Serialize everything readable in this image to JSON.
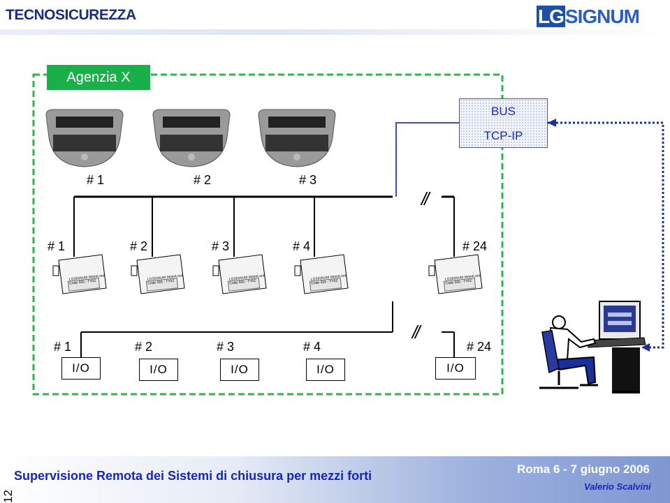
{
  "header": {
    "logo_left": "TECNOSICUREZZA",
    "logo_right_a": "LG",
    "logo_right_b": "SIGNUM"
  },
  "diagram": {
    "agency_label": "Agenzia  X",
    "bus_line1": "BUS",
    "bus_line2": "TCP-IP",
    "break_symbol": "//",
    "keypads": [
      {
        "label": "# 1"
      },
      {
        "label": "# 2"
      },
      {
        "label": "# 3"
      }
    ],
    "locks": [
      {
        "label": "# 1",
        "plate": "LGSIGNUM MotorLock",
        "code": "Code 555 - TY02"
      },
      {
        "label": "# 2",
        "plate": "LGSIGNUM MotorLock",
        "code": "Code 555 - TY02"
      },
      {
        "label": "# 3",
        "plate": "LGSIGNUM MotorLock",
        "code": "Code 555 - TY02"
      },
      {
        "label": "# 4",
        "plate": "LGSIGNUM MotorLock",
        "code": "Code 555 - TY02"
      },
      {
        "label": "# 24",
        "plate": "LGSIGNUM MotorLock",
        "code": "Code 555 - TY02"
      }
    ],
    "io_modules": [
      {
        "label": "# 1",
        "box": "I/O"
      },
      {
        "label": "# 2",
        "box": "I/O"
      },
      {
        "label": "# 3",
        "box": "I/O"
      },
      {
        "label": "# 4",
        "box": "I/O"
      },
      {
        "label": "# 24",
        "box": "I/O"
      }
    ],
    "colors": {
      "agency": "#19b04a",
      "bus": "#1c2aa8",
      "dashed": "#2fb34a",
      "link": "#1a2e9c"
    }
  },
  "footer": {
    "title": "Supervisione Remota dei Sistemi di chiusura per mezzi forti",
    "date": "Roma 6 - 7 giugno 2006",
    "author": "Valerio Scalvini",
    "page_number": "12"
  }
}
